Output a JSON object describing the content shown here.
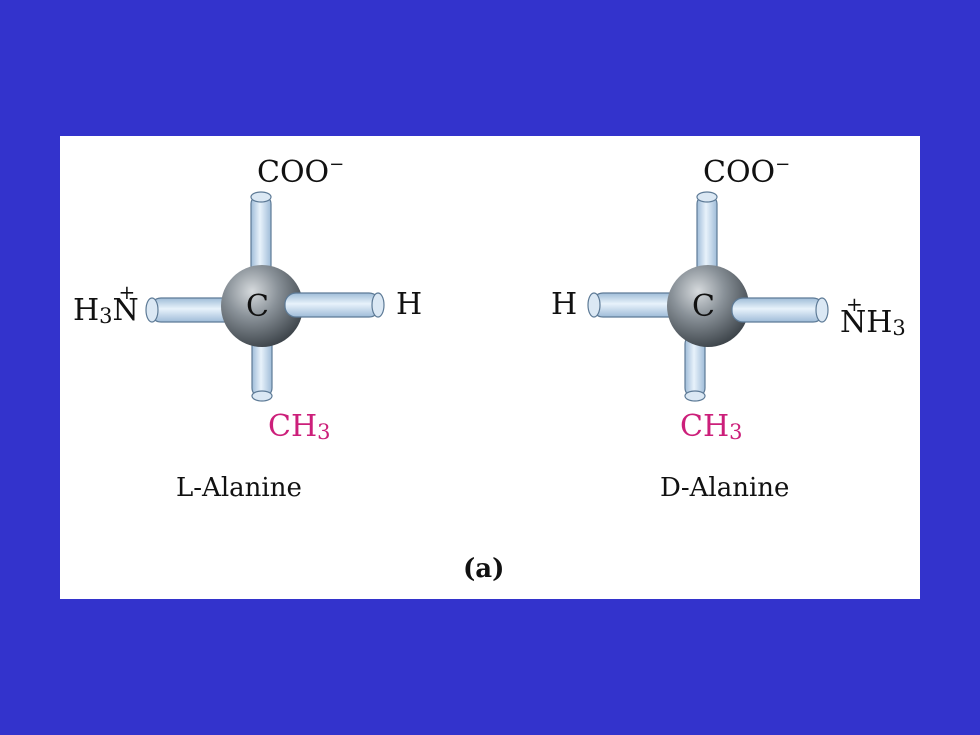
{
  "left_molecule": {
    "top": "COO",
    "top_charge": "−",
    "left_main": "H",
    "left_sub": "3",
    "left_atom": "N",
    "left_charge": "+",
    "center": "C",
    "right": "H",
    "bottom_main": "CH",
    "bottom_sub": "3",
    "name_prefix": "L",
    "name_rest": "-Alanine"
  },
  "right_molecule": {
    "top": "COO",
    "top_charge": "−",
    "left": "H",
    "center": "C",
    "right_atom": "N",
    "right_h": "H",
    "right_sub": "3",
    "right_charge": "+",
    "bottom_main": "CH",
    "bottom_sub": "3",
    "name_prefix": "D",
    "name_rest": "-Alanine"
  },
  "caption": "(a)",
  "colors": {
    "background": "#3333cc",
    "panel": "#ffffff",
    "bond": "#bcd4ea",
    "carbon": "#8a9299",
    "methyl_text": "#cc1f7a"
  }
}
